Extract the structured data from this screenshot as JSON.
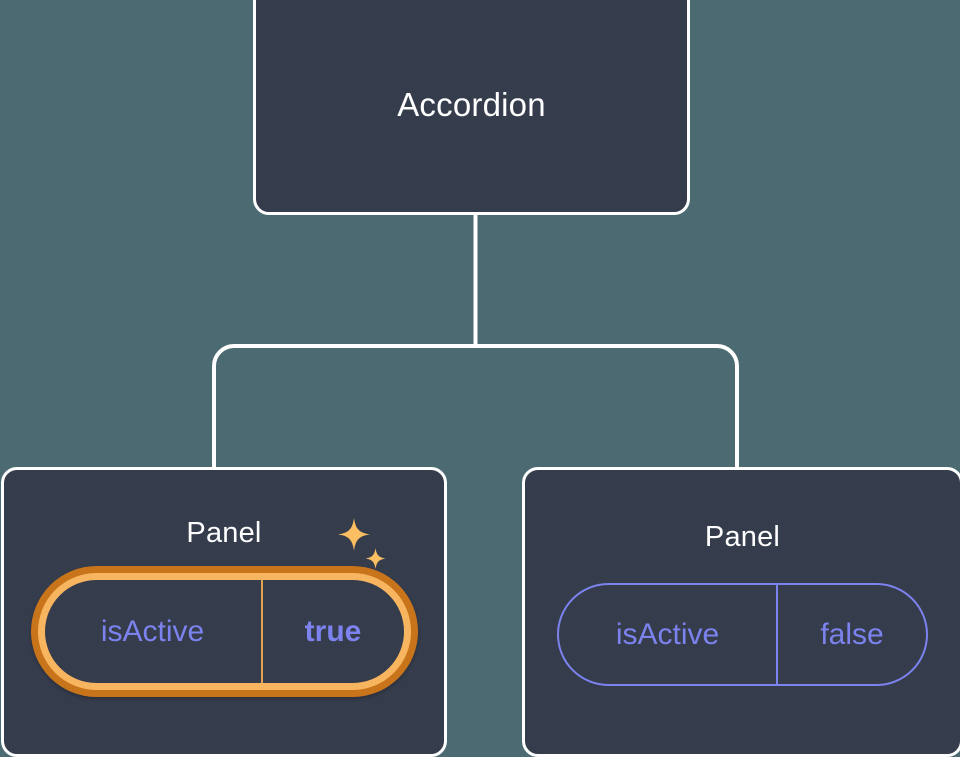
{
  "diagram": {
    "type": "component-tree",
    "background_color": "#4c6a72",
    "card_color": "#353c4c",
    "card_border_color": "#ffffff",
    "accent_color": "#7c83ee",
    "highlight_outer_color": "#c8741a",
    "highlight_inner_color": "#f8b55f",
    "root": {
      "title": "Accordion"
    },
    "children": [
      {
        "title": "Panel",
        "highlighted": true,
        "prop": {
          "key": "isActive",
          "value": "true"
        },
        "sparkle_icon": "sparkles-icon"
      },
      {
        "title": "Panel",
        "highlighted": false,
        "prop": {
          "key": "isActive",
          "value": "false"
        }
      }
    ]
  }
}
